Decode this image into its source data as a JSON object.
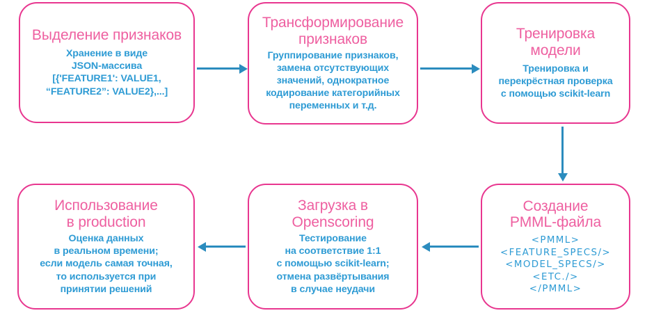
{
  "diagram": {
    "accent_pink": "#e8368f",
    "title_pink": "#ee5fa0",
    "body_blue": "#2e9bd4",
    "arrow_blue": "#2b8cbe",
    "nodes": [
      {
        "id": "feature-extraction",
        "title": "Выделение признаков",
        "body": "Хранение в виде\nJSON-массива\n[{'FEATURE1': VALUE1,\n“FEATURE2”: VALUE2},...]"
      },
      {
        "id": "feature-transform",
        "title": "Трансформирование\nпризнаков",
        "body": "Группирование признаков,\nзамена отсутствующих\nзначений, однократное\nкодирование категорийных\nпеременных и т.д."
      },
      {
        "id": "model-training",
        "title": "Тренировка\nмодели",
        "body": "Тренировка и\nперекрёстная проверка\nс помощью scikit-learn"
      },
      {
        "id": "pmml-creation",
        "title": "Создание\nPMML-файла",
        "body": "<PMML>\n<FEATURE_SPECS/>\n<MODEL_SPECS/>\n<ETC./>\n</PMML>"
      },
      {
        "id": "openscoring-upload",
        "title": "Загрузка в\nOpenscoring",
        "body": "Тестирование\nна соответствие 1:1\nс помощью scikit-learn;\nотмена развёртывания\nв случае неудачи"
      },
      {
        "id": "production-usage",
        "title": "Использование\nв production",
        "body": "Оценка данных\nв реальном времени;\nесли модель самая точная,\nто используется при\nпринятии решений"
      }
    ],
    "connectors": [
      {
        "id": "extract-to-transform",
        "direction": "right"
      },
      {
        "id": "transform-to-training",
        "direction": "right"
      },
      {
        "id": "training-to-pmml",
        "direction": "down"
      },
      {
        "id": "pmml-to-openscoring",
        "direction": "left"
      },
      {
        "id": "openscoring-to-production",
        "direction": "left"
      }
    ]
  }
}
